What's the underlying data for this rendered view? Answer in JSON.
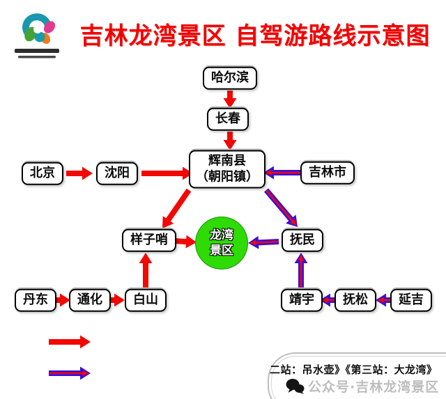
{
  "title": "吉林龙湾景区 自驾游路线示意图",
  "colors": {
    "red": "#f20800",
    "blue": "#3c0edd",
    "green": "#2edb05",
    "title": "#f40000",
    "box_border": "#000000",
    "watermark_gray": "#bdbdbd"
  },
  "nodes": {
    "harbin": {
      "label": "哈尔滨"
    },
    "changchun": {
      "label": "长春"
    },
    "huinan": {
      "line1": "辉南县",
      "line2": "（朝阳镇）"
    },
    "beijing": {
      "label": "北京"
    },
    "shenyang": {
      "label": "沈阳"
    },
    "jilin_city": {
      "label": "吉林市"
    },
    "yangzishao": {
      "label": "样子哨"
    },
    "longwan": {
      "line1": "龙湾",
      "line2": "景区"
    },
    "fumin": {
      "label": "抚民"
    },
    "dandong": {
      "label": "丹东"
    },
    "tonghua": {
      "label": "通化"
    },
    "baishan": {
      "label": "白山"
    },
    "jingyu": {
      "label": "靖宇"
    },
    "fusong": {
      "label": "抚松"
    },
    "yanji": {
      "label": "延吉"
    }
  },
  "routes": [
    {
      "id": "harbin-changchun",
      "from": "哈尔滨",
      "to": "长春",
      "color": "red"
    },
    {
      "id": "changchun-huinan",
      "from": "长春",
      "to": "辉南县",
      "color": "red"
    },
    {
      "id": "beijing-shenyang",
      "from": "北京",
      "to": "沈阳",
      "color": "red"
    },
    {
      "id": "shenyang-huinan",
      "from": "沈阳",
      "to": "辉南县",
      "color": "red"
    },
    {
      "id": "huinan-yangzishao",
      "from": "辉南县",
      "to": "样子哨",
      "color": "red"
    },
    {
      "id": "yangzishao-longwan",
      "from": "样子哨",
      "to": "龙湾景区",
      "color": "red"
    },
    {
      "id": "dandong-tonghua",
      "from": "丹东",
      "to": "通化",
      "color": "red"
    },
    {
      "id": "tonghua-baishan",
      "from": "通化",
      "to": "白山",
      "color": "red"
    },
    {
      "id": "baishan-yangzishao",
      "from": "白山",
      "to": "样子哨",
      "color": "red"
    },
    {
      "id": "jilincity-huinan",
      "from": "吉林市",
      "to": "辉南县",
      "color": "blue"
    },
    {
      "id": "huinan-fumin",
      "from": "辉南县",
      "to": "抚民",
      "color": "blue"
    },
    {
      "id": "fumin-longwan",
      "from": "抚民",
      "to": "龙湾景区",
      "color": "blue"
    },
    {
      "id": "yanji-fusong",
      "from": "延吉",
      "to": "抚松",
      "color": "blue"
    },
    {
      "id": "fusong-jingyu",
      "from": "抚松",
      "to": "靖宇",
      "color": "blue"
    },
    {
      "id": "jingyu-fumin",
      "from": "靖宇",
      "to": "抚民",
      "color": "blue"
    }
  ],
  "legend": {
    "items": [
      {
        "id": "legend-red",
        "color": "red"
      },
      {
        "id": "legend-blue",
        "color": "blue"
      }
    ]
  },
  "watermark": {
    "line1": "二站：吊水壶》《第三站：大龙湾》",
    "line2": "公众号·吉林龙湾景区"
  }
}
